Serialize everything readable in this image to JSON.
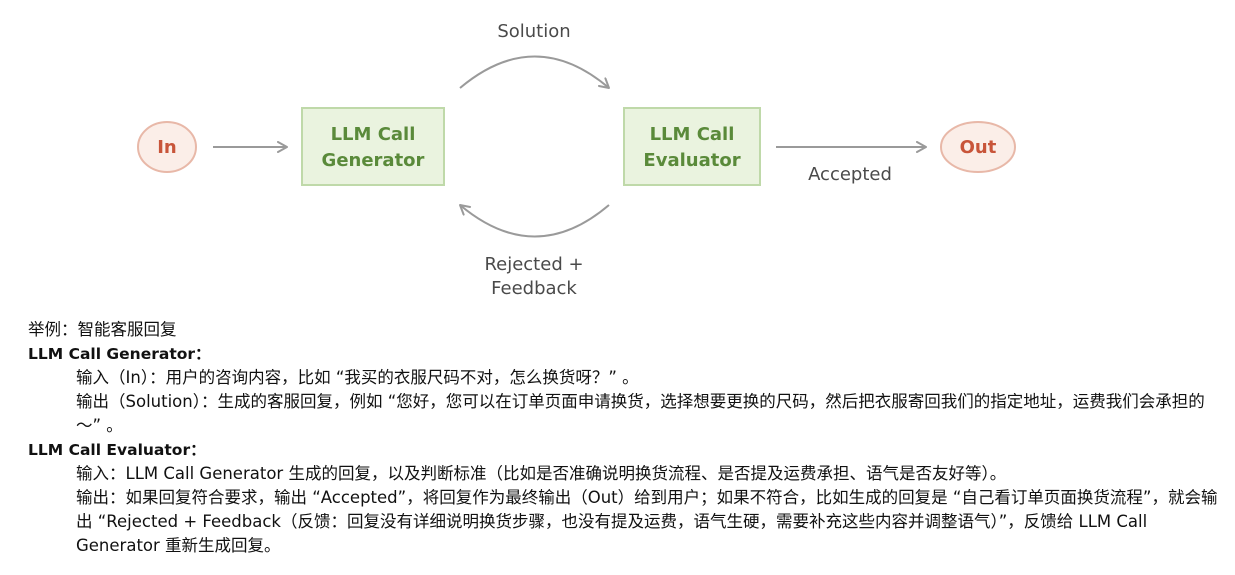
{
  "diagram": {
    "nodes": {
      "in": "In",
      "generator": [
        "LLM Call",
        "Generator"
      ],
      "evaluator": [
        "LLM Call",
        "Evaluator"
      ],
      "out": "Out"
    },
    "edges": {
      "solution": "Solution",
      "accepted": "Accepted",
      "rejected": [
        "Rejected +",
        "Feedback"
      ]
    },
    "colors": {
      "in_out_fill": "#fbeee8",
      "in_out_stroke": "#e8b8a8",
      "in_out_text": "#c8553a",
      "box_fill": "#eaf3df",
      "box_stroke": "#bfd9a9",
      "box_text": "#5a8a3a",
      "arrow": "#9a9a9a"
    }
  },
  "notes": {
    "title": "举例：智能客服回复",
    "generator": {
      "heading": "LLM Call Generator：",
      "lines": [
        "输入（In）：用户的咨询内容，比如 “我买的衣服尺码不对，怎么换货呀？” 。",
        "输出（Solution）：生成的客服回复，例如 “您好，您可以在订单页面申请换货，选择想要更换的尺码，然后把衣服寄回我们的指定地址，运费我们会承担的～” 。"
      ]
    },
    "evaluator": {
      "heading": "LLM Call Evaluator：",
      "lines": [
        "输入：LLM Call Generator 生成的回复，以及判断标准（比如是否准确说明换货流程、是否提及运费承担、语气是否友好等）。",
        "输出：如果回复符合要求，输出 “Accepted”，将回复作为最终输出（Out）给到用户；如果不符合，比如生成的回复是 “自己看订单页面换货流程”，就会输出 “Rejected + Feedback（反馈：回复没有详细说明换货步骤，也没有提及运费，语气生硬，需要补充这些内容并调整语气）”，反馈给 LLM Call Generator 重新生成回复。"
      ]
    }
  }
}
